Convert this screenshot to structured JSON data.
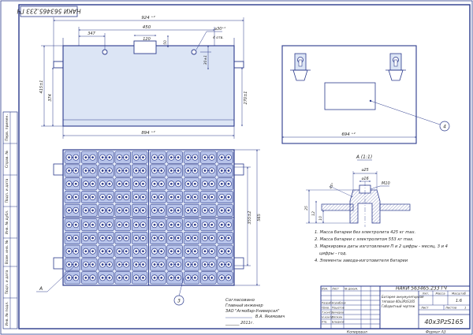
{
  "corner_code": "НАКИ 563465.233 ГЧ",
  "top_view": {
    "width_dim": "924 ⁺²",
    "dim_450": "450",
    "dim_120": "120",
    "dim_347": "347",
    "dim_50": "50",
    "hole_dia": "⌀30⁺¹",
    "hole_count": "4 отв.",
    "dim_30": "30±1",
    "height_dim": "415±1",
    "dim_374": "374",
    "dim_270": "270±1",
    "bottom_dim": "894 ⁺²"
  },
  "side_view": {
    "bottom_dim": "694 ⁺²",
    "balloon": "4"
  },
  "plan_view": {
    "dim_355": "355±2",
    "dim_565": "565",
    "leader_a": "А",
    "balloon": "3"
  },
  "detail": {
    "title": "А (1:1)",
    "dia_25": "⌀25",
    "dia_16": "⌀16",
    "thread": "М10",
    "angle": "45°",
    "h1": "25",
    "h2": "10",
    "h3": "12"
  },
  "notes": [
    "1. Масса батареи без электролита 425 кг max.",
    "2. Масса батареи с электролитом 553 кг max.",
    "3. Маркировка даты изготовления П и 2 цифры - месяц, 3 и 4",
    "цифры - год.",
    "4. Элементы завода-изготовителя батареи"
  ],
  "approval": {
    "title": "Согласовано",
    "role": "Главный инженер",
    "org": "ЗАО \"Агмобар-Универсал\"",
    "name": "В.А. Якимович",
    "date": "_______ 2011г."
  },
  "title_block": {
    "code": "НАКИ 563465.233 ГЧ",
    "description": [
      "Батарея аккумуляторная",
      "тяговая 40х3PzS165",
      "Габаритный чертеж"
    ],
    "lit_header": "Лит.",
    "mass_header": "Масса",
    "scale_header": "Масштаб",
    "scale": "1:6",
    "sheet_label": "Лист",
    "sheets_label": "Листов",
    "sheets_value": "1",
    "designation": "40х3PzS165",
    "rows": [
      {
        "role": "Изм.",
        "name": "Лист",
        "doc": "№ докум."
      },
      {
        "role": "Разраб.",
        "name": "Кораблев",
        "doc": ""
      },
      {
        "role": "Пров.",
        "name": "Решетов",
        "doc": ""
      },
      {
        "role": "Т.контр.",
        "name": "Чичеров",
        "doc": ""
      },
      {
        "role": "Н.контр.",
        "name": "Ряпкин",
        "doc": ""
      },
      {
        "role": "Утв.",
        "name": "Блуднов",
        "doc": ""
      }
    ]
  },
  "side_strip": [
    "Перв. примен.",
    "Справ. №",
    "Подп. и дата",
    "Инв. № дубл.",
    "Взам. инв. №",
    "Подп. и дата",
    "Инв. № подл."
  ],
  "footer": {
    "copied": "Копировал",
    "format": "Формат A3"
  },
  "colors": {
    "line": "#2b3a8c",
    "fill": "#dce5f5",
    "cell": "#8fa3dc",
    "bg": "#ffffff"
  }
}
